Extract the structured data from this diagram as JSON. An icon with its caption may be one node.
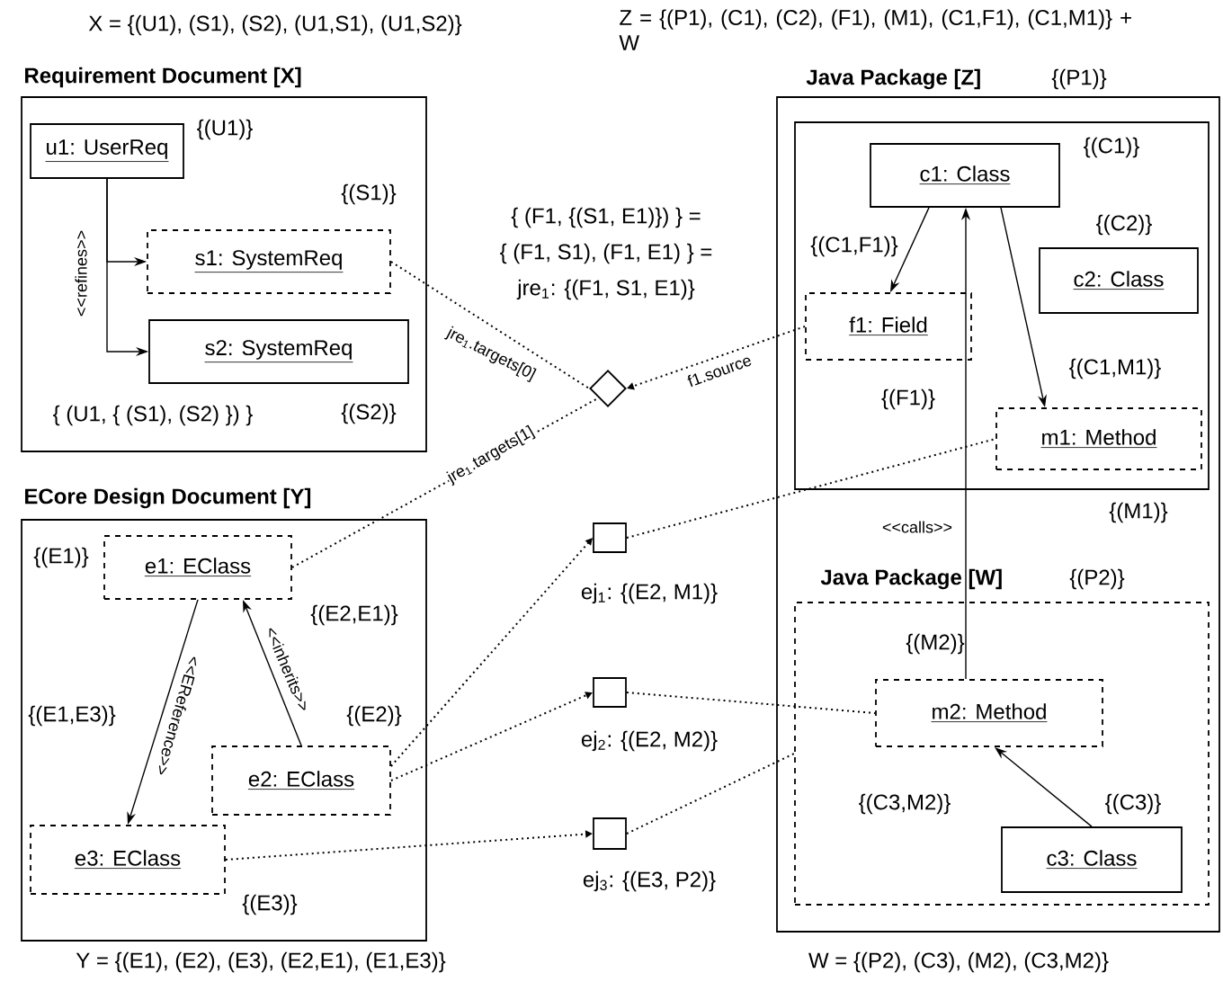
{
  "diagram": {
    "nodes": [
      {
        "text": [
          "Requirement Document [X]"
        ]
      },
      {
        "text": [
          "u1: UserReq"
        ],
        "in": 0,
        "beside": [
          "{(U1)}"
        ]
      },
      {
        "text": [
          "s1: SystemReq"
        ],
        "in": 0,
        "beside": [
          "{(S1)}"
        ]
      },
      {
        "text": [
          "s2: SystemReq"
        ],
        "in": 0,
        "beside": [
          "{(S2)}"
        ]
      },
      {
        "text": [
          "ECore Design Document [Y]"
        ]
      },
      {
        "text": [
          "e1: EClass"
        ],
        "in": 4,
        "beside": [
          "{(E1)}"
        ]
      },
      {
        "text": [
          "e2: EClass"
        ],
        "in": 4,
        "beside": [
          "{(E2)}"
        ]
      },
      {
        "text": [
          "e3: EClass"
        ],
        "in": 4,
        "beside": [
          "{(E3)}"
        ]
      },
      {
        "text": [
          "Java Package [Z]"
        ],
        "beside": [
          "{(P1)}"
        ]
      },
      {
        "text": [],
        "shape": "box",
        "in": 8
      },
      {
        "text": [
          "c1: Class"
        ],
        "in": 9,
        "beside": [
          "{(C1)}"
        ]
      },
      {
        "text": [
          "f1: Field"
        ],
        "in": 9,
        "beside": [
          "{(F1)}"
        ]
      },
      {
        "text": [
          "c2: Class"
        ],
        "in": 9,
        "beside": [
          "{(C2)}"
        ]
      },
      {
        "text": [
          "m1: Method"
        ],
        "in": 9,
        "beside": [
          "{(M1)}"
        ]
      },
      {
        "text": [
          "Java Package [W]"
        ],
        "in": 8,
        "beside": [
          "{(P2)}"
        ]
      },
      {
        "text": [
          "m2: Method"
        ],
        "in": 14,
        "beside": [
          "{(M2)}"
        ]
      },
      {
        "text": [
          "c3: Class"
        ],
        "in": 14,
        "beside": [
          "{(C3)}"
        ]
      },
      {
        "text": [],
        "shape": "diamond",
        "beside": [
          "{ (F1, {(S1, E1)}) } =",
          "{ (F1, S1), (F1, E1) } =",
          "jre$_{1}$: {(F1, S1, E1)}"
        ]
      },
      {
        "text": [],
        "shape": "box",
        "beside": [
          "ej$_{1}$: {(E2, M1)}"
        ]
      },
      {
        "text": [],
        "shape": "box",
        "beside": [
          "ej$_{2}$: {(E2, M2)}"
        ]
      },
      {
        "text": [],
        "shape": "box",
        "beside": [
          "ej$_{3}$: {(E3, P2)}"
        ]
      }
    ],
    "edges": [
      {
        "from": 1,
        "to": 2,
        "arrow": "to",
        "label": "<<refines>>"
      },
      {
        "from": 1,
        "to": 3,
        "arrow": "to"
      },
      {
        "from": 5,
        "to": 7,
        "arrow": "to",
        "label": "<<EReference>>"
      },
      {
        "from": 6,
        "to": 5,
        "arrow": "to",
        "label": "<<inherits>>"
      },
      {
        "from": 10,
        "to": 11,
        "arrow": "to"
      },
      {
        "from": 10,
        "to": 13,
        "arrow": "to"
      },
      {
        "from": 15,
        "to": 10,
        "arrow": "to",
        "label": "<<calls>>"
      },
      {
        "from": 16,
        "to": 15,
        "arrow": "to"
      },
      {
        "from": 2,
        "to": 17,
        "arrow": "none",
        "style": "dashed",
        "label": "jre$_{1}$.targets[0]"
      },
      {
        "from": 5,
        "to": 17,
        "arrow": "none",
        "style": "dashed",
        "label": "jre$_{1}$.targets[1]"
      },
      {
        "from": 11,
        "to": 17,
        "arrow": "to",
        "style": "dashed",
        "label": "f1.source"
      },
      {
        "from": 6,
        "to": 18,
        "arrow": "to",
        "style": "dashed"
      },
      {
        "from": 18,
        "to": 13,
        "arrow": "none",
        "style": "dashed"
      },
      {
        "from": 6,
        "to": 19,
        "arrow": "to",
        "style": "dashed"
      },
      {
        "from": 19,
        "to": 15,
        "arrow": "none",
        "style": "dashed"
      },
      {
        "from": 7,
        "to": 20,
        "arrow": "to",
        "style": "dashed"
      },
      {
        "from": 20,
        "to": 14,
        "arrow": "none",
        "style": "dashed"
      }
    ],
    "labels": [
      "X = {(U1), (S1), (S2), (U1,S1), (U1,S2)}",
      "Z = {(P1), (C1), (C2), (F1), (M1), (C1,F1), (C1,M1)} + W",
      "{(C1,F1)}",
      "{(C1,M1)}",
      "{ (U1, { (S1), (S2) }) }",
      "{(E2,E1)}",
      "{(E1,E3)}",
      "{(C3,M2)}",
      "Y = {(E1), (E2), (E3), (E2,E1), (E1,E3)}",
      "W = {(P2), (C3), (M2), (C3,M2)}"
    ]
  }
}
